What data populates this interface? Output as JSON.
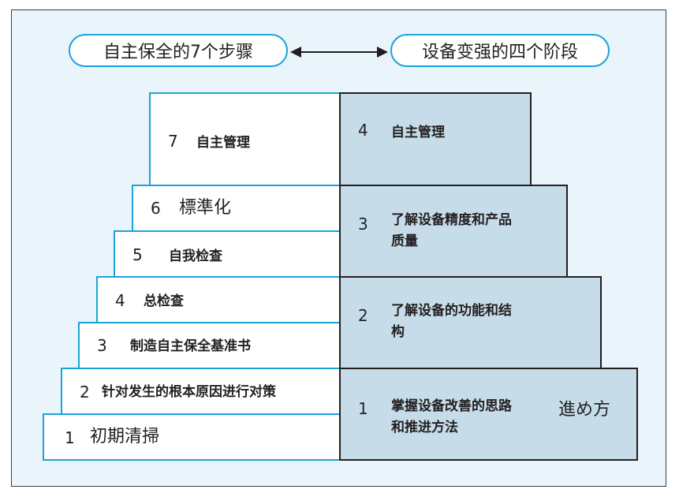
{
  "header": {
    "left_title": "自主保全的7个步骤",
    "right_title": "设备变强的四个阶段"
  },
  "steps": [
    {
      "num": "7",
      "label": "自主管理"
    },
    {
      "num": "6",
      "label": "標準化"
    },
    {
      "num": "5",
      "label": "自我检查"
    },
    {
      "num": "4",
      "label": "总检查"
    },
    {
      "num": "3",
      "label": "制造自主保全基准书"
    },
    {
      "num": "2",
      "label": "针对发生的根本原因进行对策"
    },
    {
      "num": "1",
      "label": "初期清掃"
    }
  ],
  "stages": [
    {
      "num": "4",
      "label": "自主管理"
    },
    {
      "num": "3",
      "label_line1": "了解设备精度和产品",
      "label_line2": "质量"
    },
    {
      "num": "2",
      "label_line1": "了解设备的功能和结",
      "label_line2": "构"
    },
    {
      "num": "1",
      "label_line1": "掌握设备改善的思路",
      "label_extra": "進め方",
      "label_line2": "和推进方法"
    }
  ],
  "colors": {
    "step_border": "#1aa3d9",
    "stage_fill": "#c6dde9",
    "stage_border": "#231f20",
    "background": "#e9f4fb"
  }
}
